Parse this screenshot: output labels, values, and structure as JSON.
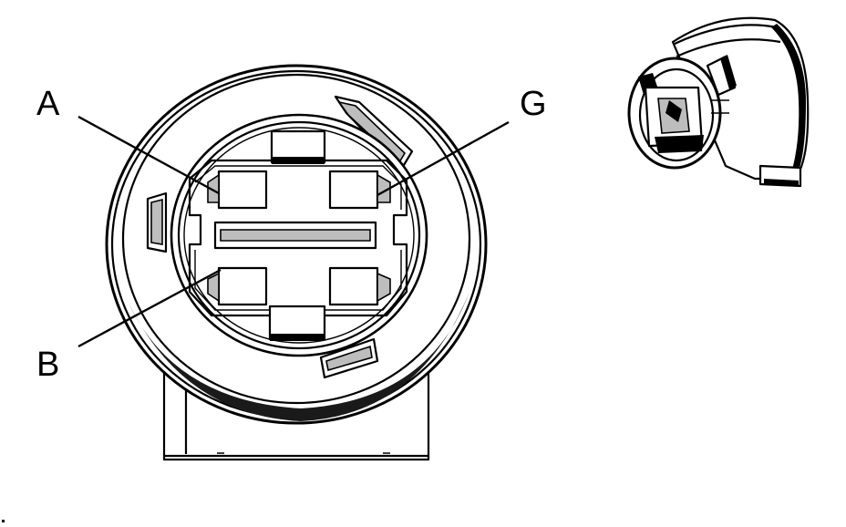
{
  "connector": {
    "pins": [
      {
        "id": "a",
        "label": "A"
      },
      {
        "id": "g",
        "label": "G"
      },
      {
        "id": "b",
        "label": "B"
      }
    ]
  },
  "colors": {
    "line": "#000000",
    "background": "#ffffff",
    "shade": "#bdbdbd"
  }
}
